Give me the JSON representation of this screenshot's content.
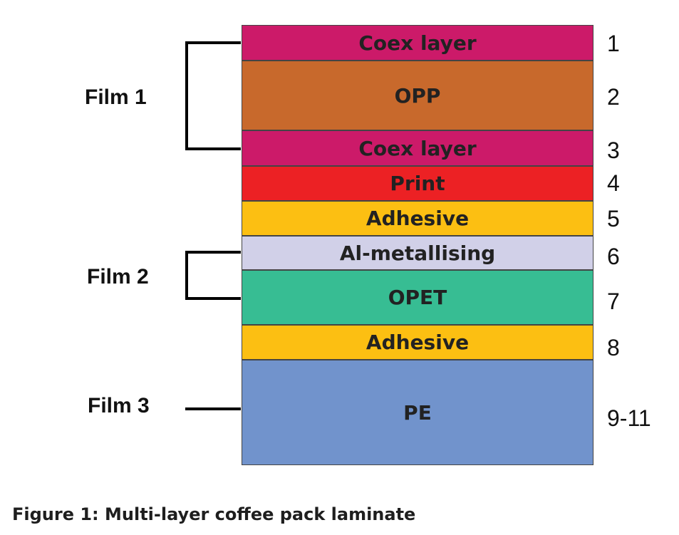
{
  "layers": [
    {
      "label": "Coex layer",
      "number": "1",
      "color": "#cc1a69"
    },
    {
      "label": "OPP",
      "number": "2",
      "color": "#c8692c"
    },
    {
      "label": "Coex layer",
      "number": "3",
      "color": "#cc1a69"
    },
    {
      "label": "Print",
      "number": "4",
      "color": "#ec2124"
    },
    {
      "label": "Adhesive",
      "number": "5",
      "color": "#fcbf12"
    },
    {
      "label": "Al-metallising",
      "number": "6",
      "color": "#d1d0e8"
    },
    {
      "label": "OPET",
      "number": "7",
      "color": "#37bd93"
    },
    {
      "label": "Adhesive",
      "number": "8",
      "color": "#fcbf12"
    },
    {
      "label": "PE",
      "number": "9-11",
      "color": "#7193cc"
    }
  ],
  "films": [
    {
      "label": "Film 1"
    },
    {
      "label": "Film 2"
    },
    {
      "label": "Film 3"
    }
  ],
  "caption": "Figure 1: Multi-layer coffee pack laminate"
}
